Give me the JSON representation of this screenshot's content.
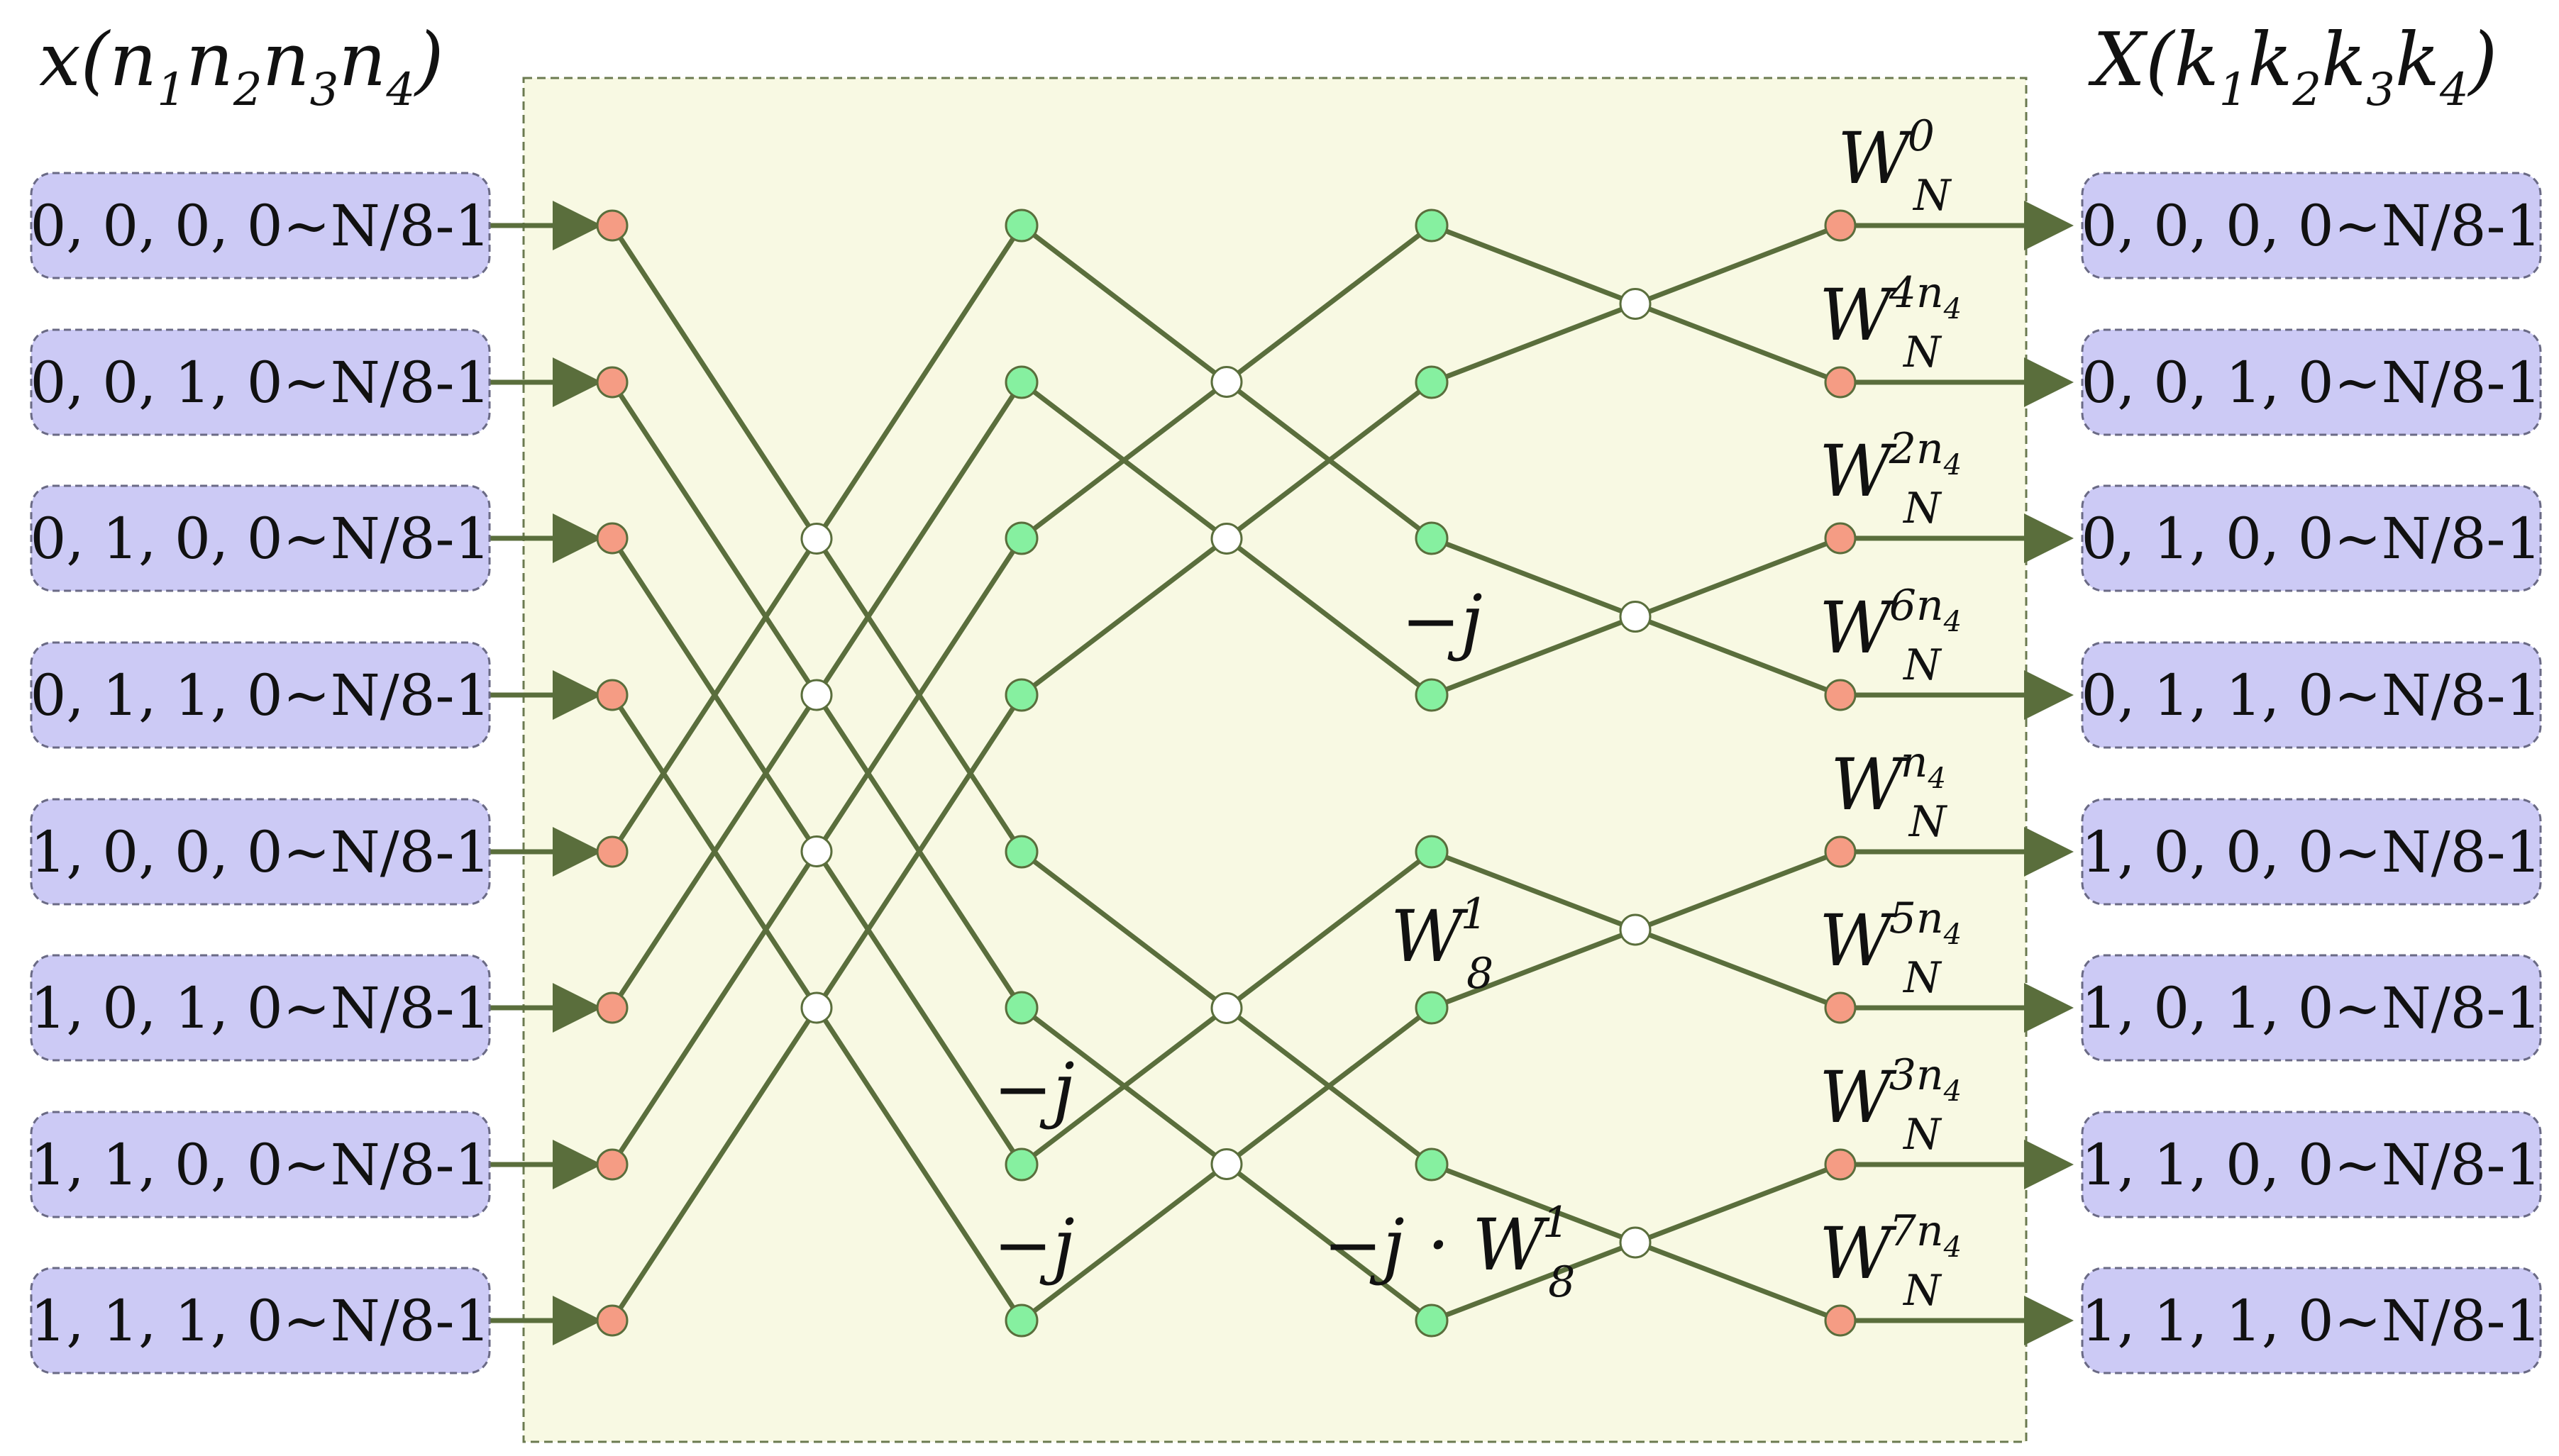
{
  "input_header": {
    "main": "x(",
    "sub1": "1",
    "sub2": "2",
    "sub3": "3",
    "sub4": "4",
    "var": "n",
    "close": ")"
  },
  "output_header": {
    "main": "X(",
    "sub1": "1",
    "sub2": "2",
    "sub3": "3",
    "sub4": "4",
    "var": "k",
    "close": ")"
  },
  "inputs": [
    "0, 0, 0, 0~N/8-1",
    "0, 0, 1, 0~N/8-1",
    "0, 1, 0, 0~N/8-1",
    "0, 1, 1, 0~N/8-1",
    "1, 0, 0, 0~N/8-1",
    "1, 0, 1, 0~N/8-1",
    "1, 1, 0, 0~N/8-1",
    "1, 1, 1, 0~N/8-1"
  ],
  "outputs": [
    "0, 0, 0, 0~N/8-1",
    "0, 0, 1, 0~N/8-1",
    "0, 1, 0, 0~N/8-1",
    "0, 1, 1, 0~N/8-1",
    "1, 0, 0, 0~N/8-1",
    "1, 0, 1, 0~N/8-1",
    "1, 1, 0, 0~N/8-1",
    "1, 1, 1, 0~N/8-1"
  ],
  "twiddles": [
    {
      "base": "W",
      "sub": "N",
      "sup": "0",
      "sup_sub": ""
    },
    {
      "base": "W",
      "sub": "N",
      "sup": "4n",
      "sup_sub": "4"
    },
    {
      "base": "W",
      "sub": "N",
      "sup": "2n",
      "sup_sub": "4"
    },
    {
      "base": "W",
      "sub": "N",
      "sup": "6n",
      "sup_sub": "4"
    },
    {
      "base": "W",
      "sub": "N",
      "sup": "n",
      "sup_sub": "4"
    },
    {
      "base": "W",
      "sub": "N",
      "sup": "5n",
      "sup_sub": "4"
    },
    {
      "base": "W",
      "sub": "N",
      "sup": "3n",
      "sup_sub": "4"
    },
    {
      "base": "W",
      "sub": "N",
      "sup": "7n",
      "sup_sub": "4"
    }
  ],
  "stage_labels": {
    "minus_j": "−j",
    "w8": {
      "base": "W",
      "sub": "8",
      "sup": "1"
    },
    "minus_j_w8": {
      "prefix": "−j · ",
      "base": "W",
      "sub": "8",
      "sup": "1"
    }
  },
  "colors": {
    "line": "#5a6e3c",
    "panel_fill": "#f8f9e3",
    "panel_border": "#6b7a50",
    "box_fill": "#cccaf5",
    "box_border": "#6a6a85",
    "input_node": "#f59c84",
    "stage_node": "#86f0a0",
    "cross_node": "#ffffff",
    "node_stroke": "#5a6e3c"
  }
}
